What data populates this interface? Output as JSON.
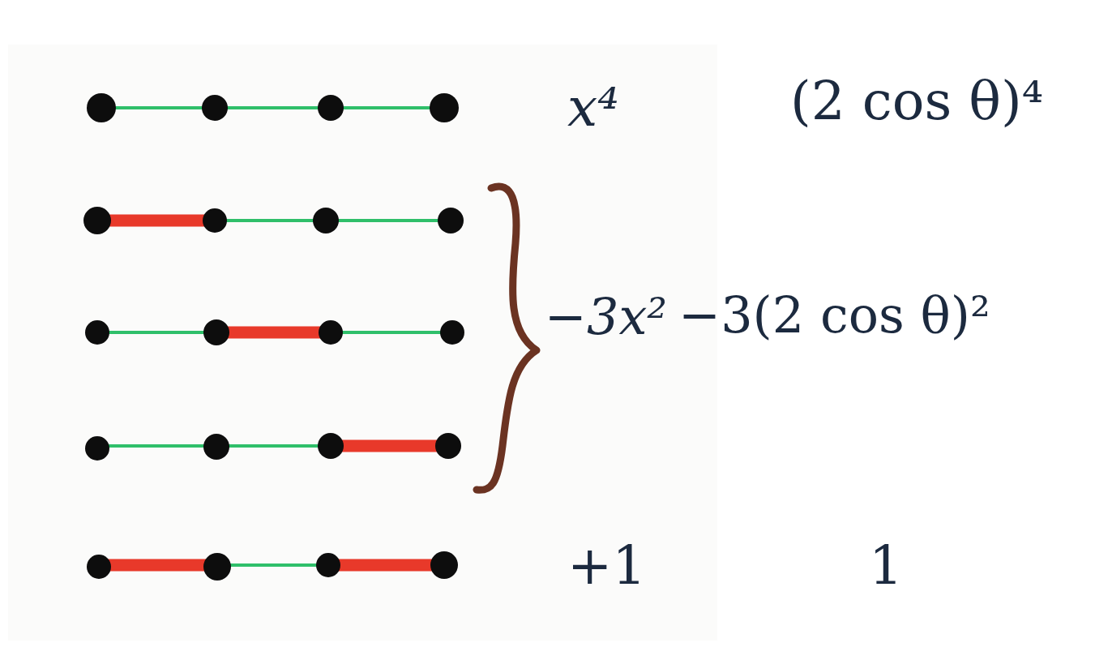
{
  "diagram": {
    "labels": [
      "x⁴",
      "(2 cos θ)⁴",
      "−3x²",
      "−3(2 cos θ)²",
      "+1",
      "1"
    ]
  }
}
